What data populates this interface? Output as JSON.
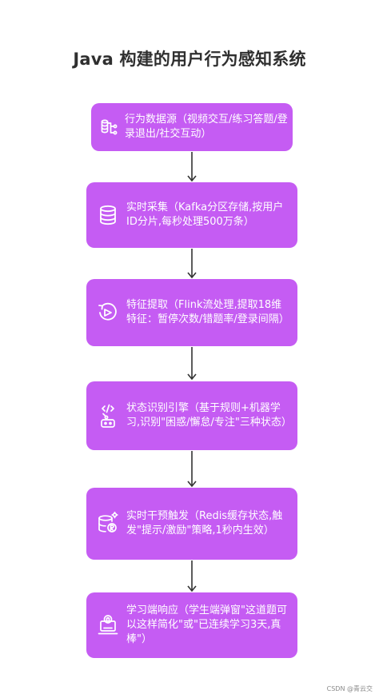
{
  "title": "Java 构建的用户行为感知系统",
  "nodes": [
    {
      "label": "行为数据源（视频交互/练习答题/登录退出/社交互动）",
      "icon": "data-source-icon"
    },
    {
      "label": "实时采集（Kafka分区存储,按用户ID分片,每秒处理500万条）",
      "icon": "database-icon"
    },
    {
      "label": "特征提取（Flink流处理,提取18维特征：暂停次数/错题率/登录间隔）",
      "icon": "extract-icon"
    },
    {
      "label": "状态识别引擎（基于规则+机器学习,识别\"困惑/懈怠/专注\"三种状态）",
      "icon": "robot-code-icon"
    },
    {
      "label": "实时干预触发（Redis缓存状态,触发\"提示/激励\"策略,1秒内生效）",
      "icon": "redis-cache-icon"
    },
    {
      "label": "学习端响应（学生端弹窗\"这道题可以这样简化\"或\"已连续学习3天,真棒\"）",
      "icon": "laptop-icon"
    }
  ],
  "footer": "CSDN @青云交",
  "colors": {
    "node_fill": "#c55cf3",
    "arrow": "#333333",
    "title": "#2f2f2f"
  }
}
